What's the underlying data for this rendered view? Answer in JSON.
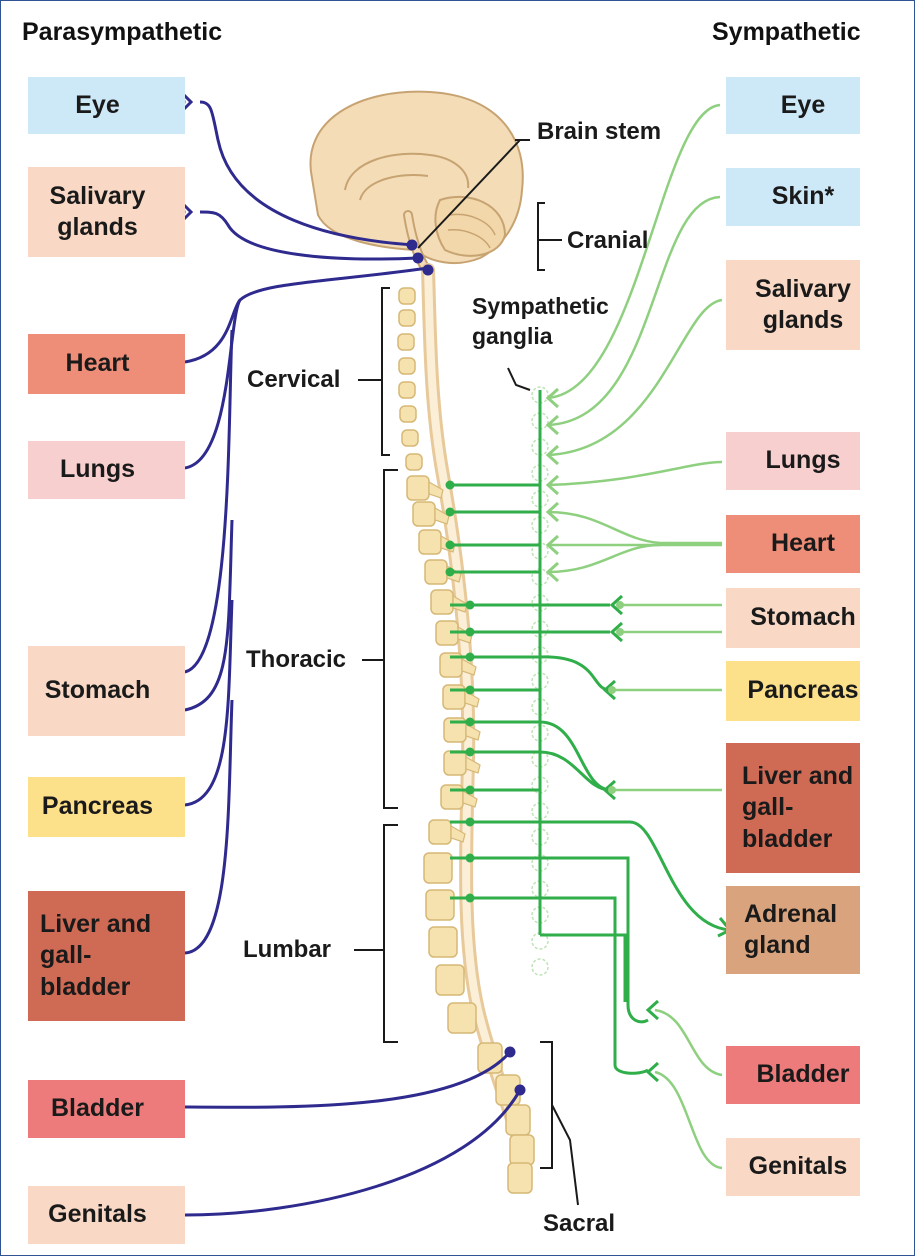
{
  "headers": {
    "left": "Parasympathetic",
    "right": "Sympathetic"
  },
  "colors": {
    "parasympathetic_line": "#2e2a8e",
    "sympathetic_line_dark": "#2fae4a",
    "sympathetic_line_light": "#8ed07f",
    "synapse_purple": "#9e94cf",
    "bone": "#f5e2ae",
    "brain": "#f3dcb6",
    "box_blue": "#cde8f7",
    "box_peach": "#f9d9c6",
    "box_salmon": "#ee8d78",
    "box_pink": "#f8cfcf",
    "box_yellow": "#fde08a",
    "box_brown": "#cf6a55",
    "box_red": "#ee7b7b",
    "box_tan": "#d9a47d"
  },
  "parasympathetic": [
    {
      "label": "Eye"
    },
    {
      "label": "Salivary glands"
    },
    {
      "label": "Heart"
    },
    {
      "label": "Lungs"
    },
    {
      "label": "Stomach"
    },
    {
      "label": "Pancreas"
    },
    {
      "label": "Liver and gall-bladder"
    },
    {
      "label": "Bladder"
    },
    {
      "label": "Genitals"
    }
  ],
  "sympathetic": [
    {
      "label": "Eye"
    },
    {
      "label": "Skin*"
    },
    {
      "label": "Salivary glands"
    },
    {
      "label": "Lungs"
    },
    {
      "label": "Heart"
    },
    {
      "label": "Stomach"
    },
    {
      "label": "Pancreas"
    },
    {
      "label": "Liver and gall-bladder"
    },
    {
      "label": "Adrenal gland"
    },
    {
      "label": "Bladder"
    },
    {
      "label": "Genitals"
    }
  ],
  "regions": {
    "brain_stem": "Brain stem",
    "cranial": "Cranial",
    "sympathetic_ganglia": "Sympathetic ganglia",
    "cervical": "Cervical",
    "thoracic": "Thoracic",
    "lumbar": "Lumbar",
    "sacral": "Sacral"
  }
}
